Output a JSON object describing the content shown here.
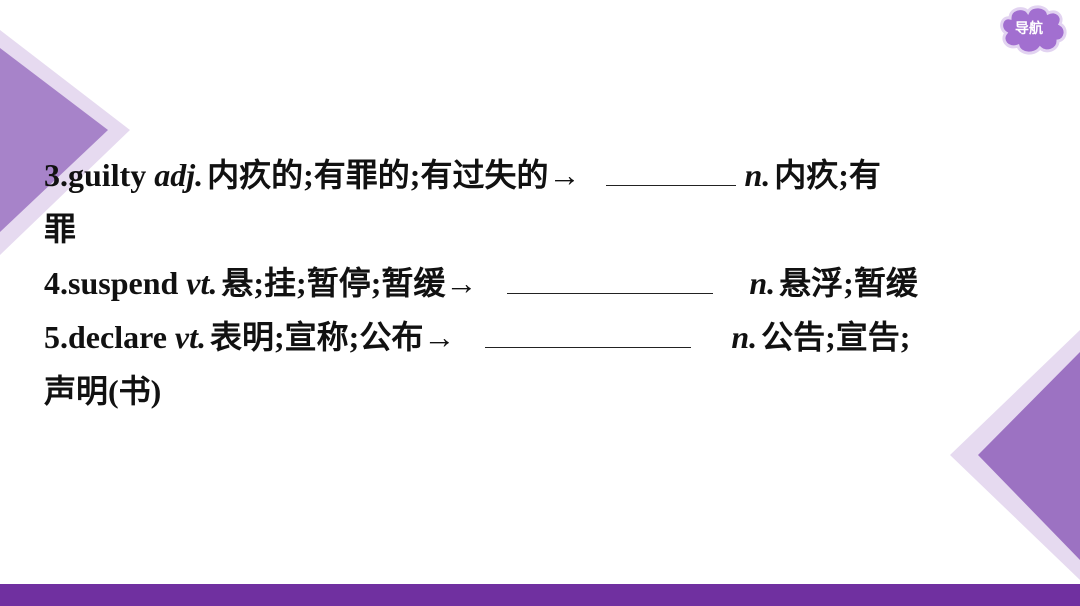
{
  "nav": {
    "label": "导航"
  },
  "items": [
    {
      "number": "3.",
      "word": "guilty",
      "pos": "adj.",
      "meaning": "内疚的;有罪的;有过失的",
      "arrow": "→",
      "target_pos": "n.",
      "target_meaning_line1": "内疚;有",
      "target_meaning_line2": "罪"
    },
    {
      "number": "4.",
      "word": "suspend",
      "pos": "vt.",
      "meaning": "悬;挂;暂停;暂缓",
      "arrow": "→",
      "target_pos": "n.",
      "target_meaning": "悬浮;暂缓"
    },
    {
      "number": "5.",
      "word": "declare",
      "pos": "vt.",
      "meaning": "表明;宣称;公布",
      "arrow": "→",
      "target_pos": "n.",
      "target_meaning_line1": "公告;宣告;",
      "target_meaning_line2": "声明(书)"
    }
  ],
  "colors": {
    "accent": "#7030a0",
    "light_accent": "#d9c8e8",
    "mid_accent": "#a57fc7",
    "text": "#111111"
  }
}
